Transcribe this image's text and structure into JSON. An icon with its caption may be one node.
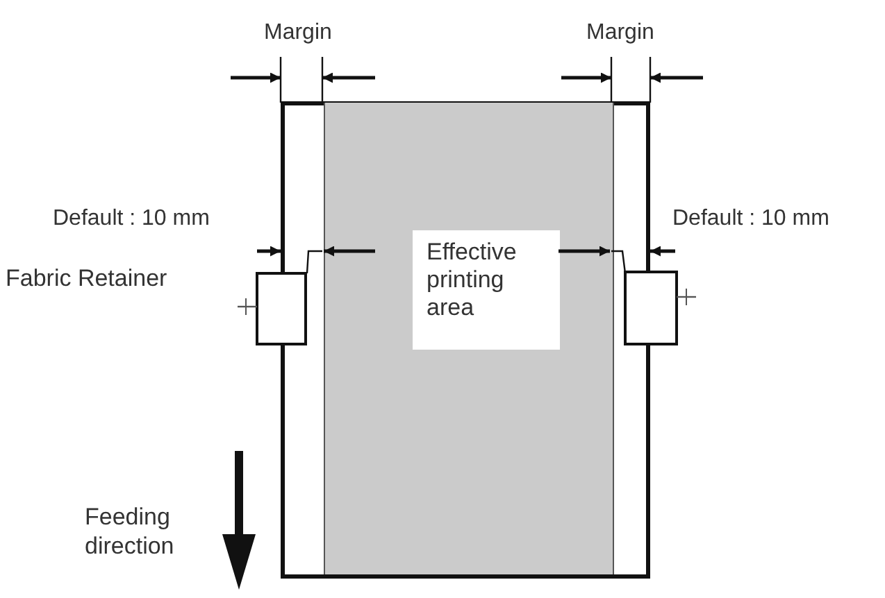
{
  "diagram": {
    "nodes": [
      {
        "text": [],
        "shape": "box"
      },
      {
        "text": [
          "Effective printing area"
        ],
        "in": 0
      }
    ],
    "labels": [
      "Margin",
      "Margin",
      "Default : 10 mm",
      "Default : 10 mm",
      "Fabric Retainer",
      "Feeding direction"
    ]
  }
}
